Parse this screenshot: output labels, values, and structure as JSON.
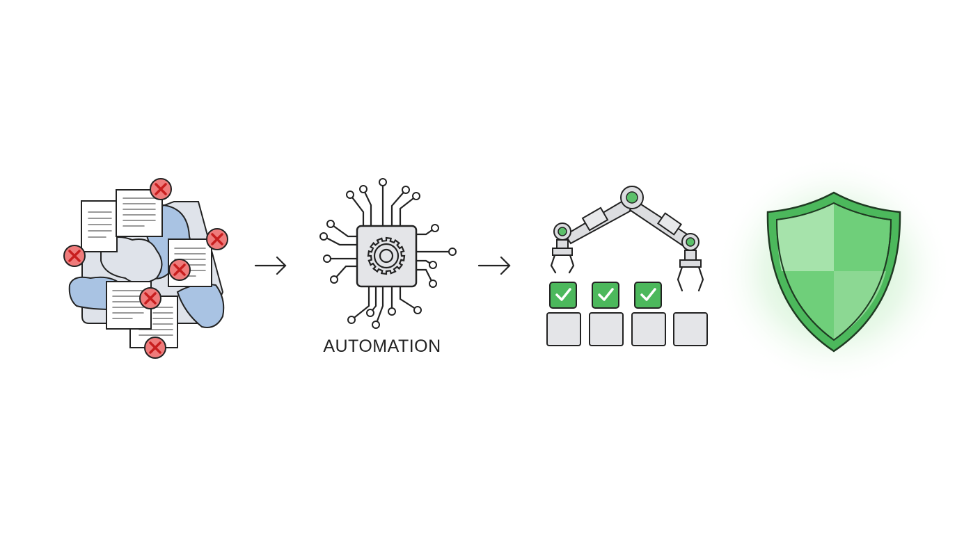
{
  "stages": [
    {
      "name": "messy-documents",
      "icon": "scattered-documents-with-errors-icon"
    },
    {
      "name": "automation",
      "icon": "chip-gear-icon",
      "label": "AUTOMATION"
    },
    {
      "name": "robotic-processing",
      "icon": "robot-arm-checklist-icon"
    },
    {
      "name": "secure-result",
      "icon": "shield-icon"
    }
  ],
  "colors": {
    "error": "#e05555",
    "success": "#4cb85c",
    "blob": "#a9c3e3",
    "stroke": "#222222"
  }
}
